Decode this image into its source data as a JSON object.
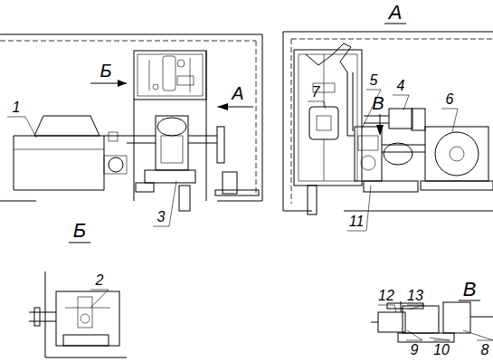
{
  "diagram": {
    "labels": [
      "А",
      "Б",
      "А",
      "1",
      "7",
      "5",
      "В",
      "4",
      "6",
      "3",
      "11",
      "Б",
      "В",
      "2",
      "12",
      "13",
      "9",
      "10",
      "8"
    ]
  }
}
